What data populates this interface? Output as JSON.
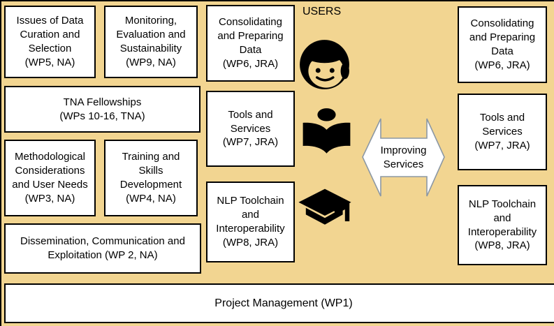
{
  "colors": {
    "background": "#F2D591",
    "box_fill": "#FFFFFF",
    "box_border": "#000000",
    "arrow_fill": "#FFFFFF",
    "arrow_stroke": "#8C98A4",
    "icon_color": "#000000",
    "text_color": "#000000"
  },
  "users": {
    "label": "USERS",
    "icons": [
      {
        "name": "girl-face-icon"
      },
      {
        "name": "person-reading-book-icon"
      },
      {
        "name": "graduation-cap-icon"
      }
    ]
  },
  "arrow": {
    "label": "Improving\nServices"
  },
  "boxes": {
    "wp5": {
      "label": "Issues of Data\nCuration and\nSelection\n(WP5, NA)"
    },
    "wp9": {
      "label": "Monitoring,\nEvaluation and\nSustainability\n(WP9, NA)"
    },
    "tna": {
      "label": "TNA Fellowships\n(WPs 10-16, TNA)"
    },
    "wp3": {
      "label": "Methodological\nConsiderations\nand User Needs\n(WP3, NA)"
    },
    "wp4": {
      "label": "Training and\nSkills\nDevelopment\n(WP4, NA)"
    },
    "wp2": {
      "label": "Dissemination, Communication and\nExploitation (WP 2, NA)"
    },
    "wp6_mid": {
      "label": "Consolidating\nand Preparing\nData\n(WP6, JRA)"
    },
    "wp7_mid": {
      "label": "Tools and\nServices\n(WP7, JRA)"
    },
    "wp8_mid": {
      "label": "NLP Toolchain\nand\nInteroperability\n(WP8, JRA)"
    },
    "wp6_right": {
      "label": "Consolidating\nand Preparing\nData\n(WP6, JRA)"
    },
    "wp7_right": {
      "label": "Tools and\nServices\n(WP7, JRA)"
    },
    "wp8_right": {
      "label": "NLP Toolchain\nand\nInteroperability\n(WP8, JRA)"
    },
    "wp1": {
      "label": "Project Management (WP1)"
    }
  }
}
